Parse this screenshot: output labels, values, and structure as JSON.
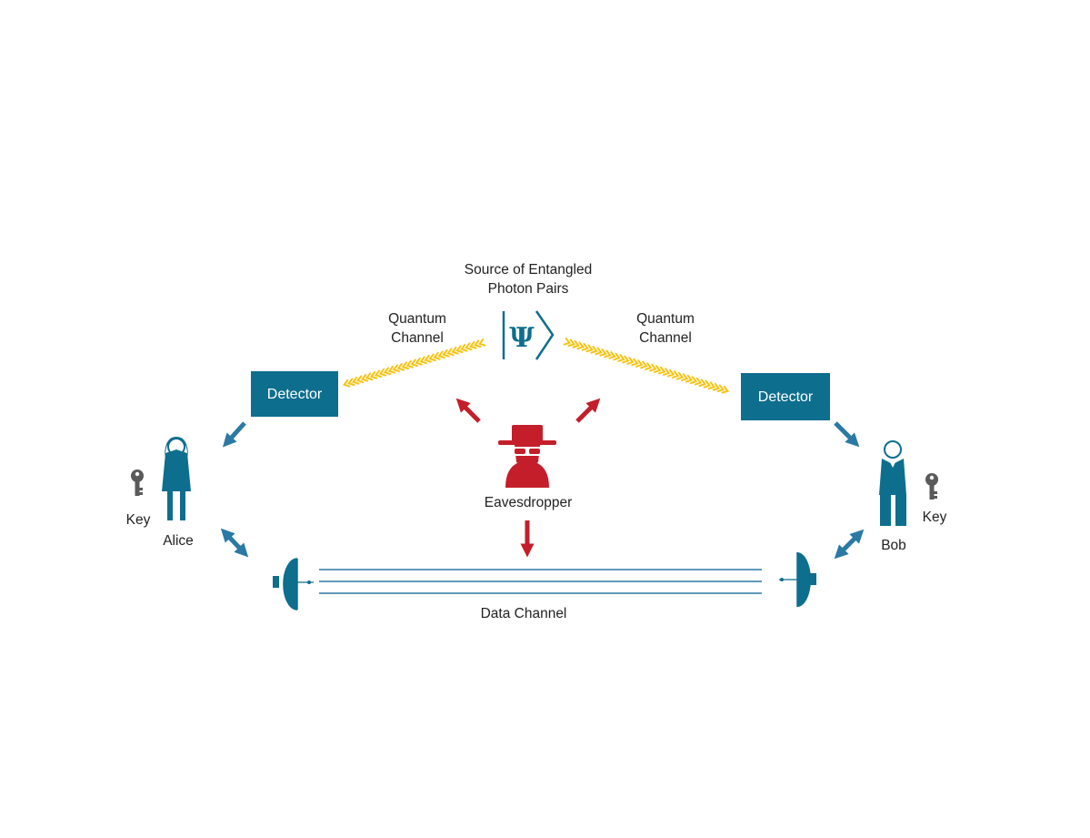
{
  "source": {
    "label_line1": "Source of Entangled",
    "label_line2": "Photon Pairs",
    "symbol": "Ψ"
  },
  "quantum_channel_left": {
    "line1": "Quantum",
    "line2": "Channel"
  },
  "quantum_channel_right": {
    "line1": "Quantum",
    "line2": "Channel"
  },
  "detector_left": {
    "label": "Detector"
  },
  "detector_right": {
    "label": "Detector"
  },
  "eavesdropper": {
    "label": "Eavesdropper"
  },
  "alice": {
    "name": "Alice",
    "key_label": "Key"
  },
  "bob": {
    "name": "Bob",
    "key_label": "Key"
  },
  "data_channel": {
    "label": "Data Channel"
  },
  "colors": {
    "primary_blue": "#0e6e8e",
    "arrow_blue": "#2b79a5",
    "eavesdropper_red": "#c41e2a",
    "photon_yellow": "#f5c418",
    "key_gray": "#5a5a5a"
  },
  "icons": {
    "source": "psi-ket-icon",
    "eavesdropper": "spy-icon",
    "key": "key-icon",
    "dish": "satellite-dish-icon"
  }
}
